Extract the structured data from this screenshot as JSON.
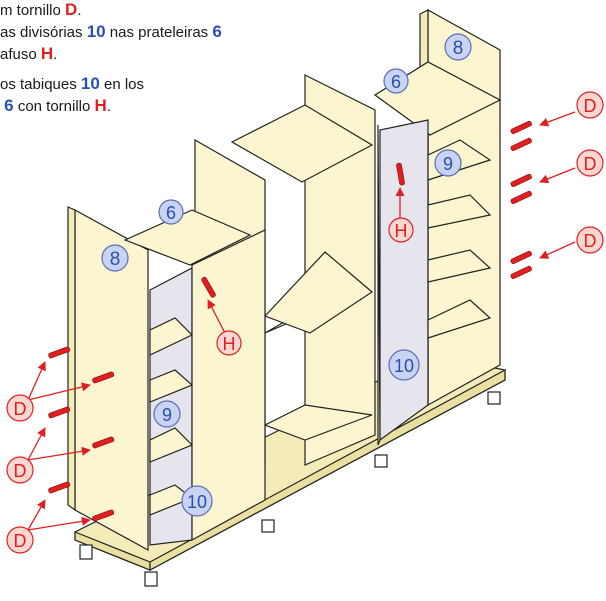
{
  "instructions": {
    "line1": {
      "end": "m tornillo",
      "letter": "D",
      "tail": "."
    },
    "line2": {
      "start": "as divisórias",
      "num1": "10",
      "mid": "nas prateleiras",
      "num2": "6"
    },
    "line3": {
      "start": "afuso",
      "letter": "H",
      "tail": "."
    },
    "line4": {
      "start": "os tabiques",
      "num1": "10",
      "mid": "en los"
    },
    "line5": {
      "num": "6",
      "mid": "con tornillo",
      "letter": "H",
      "tail": "."
    }
  },
  "callouts": {
    "side_panel_left": "8",
    "side_panel_right": "8",
    "shelf_left": "6",
    "shelf_right": "6",
    "divider_left": "10",
    "divider_right": "10",
    "small_shelf_left": "9",
    "small_shelf_right": "9",
    "screw_d": "D",
    "screw_h": "H"
  },
  "colors": {
    "panel": "#fbf6cf",
    "panel_side": "#f3ecb8",
    "divider": "#e6e4ec",
    "outline": "#222222",
    "callout_red": "#e02020",
    "callout_red_fill": "#ffd7d2",
    "callout_blue_fill": "#c9d3f2",
    "callout_blue_stroke": "#5b6db8",
    "text_blue": "#2b4fb0"
  }
}
